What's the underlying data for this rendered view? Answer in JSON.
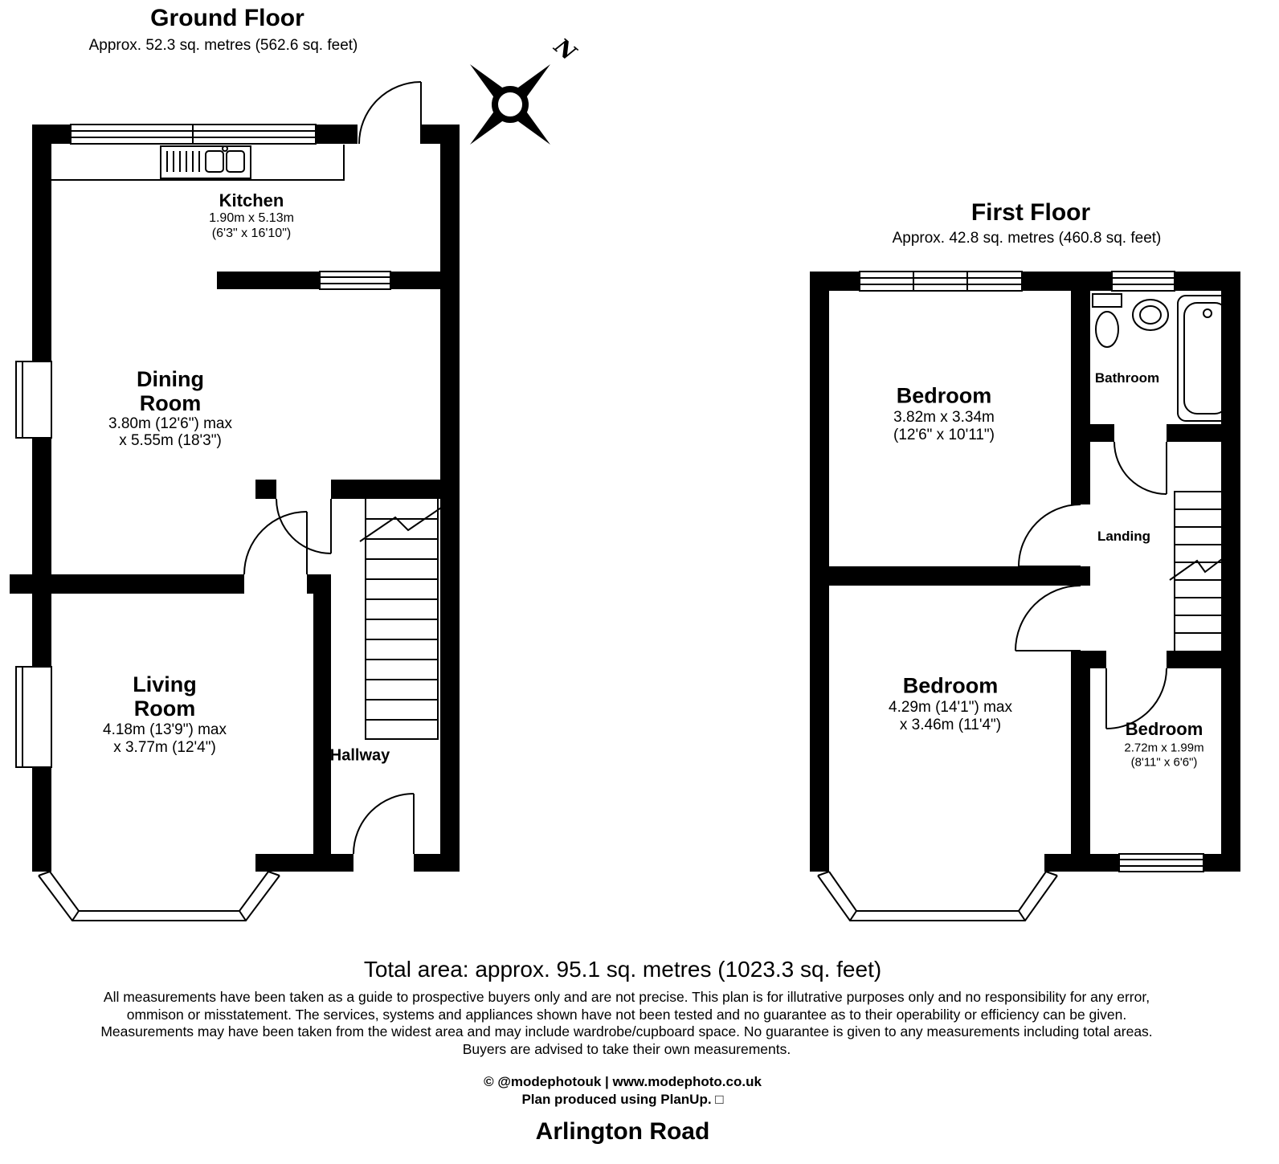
{
  "ground_floor": {
    "title": "Ground Floor",
    "area": "Approx. 52.3 sq. metres (562.6 sq. feet)",
    "rooms": {
      "kitchen": {
        "name": "Kitchen",
        "dim1": "1.90m x 5.13m",
        "dim2": "(6'3\" x 16'10\")"
      },
      "dining": {
        "name": "Dining Room",
        "dim1": "3.80m (12'6\") max",
        "dim2": "x 5.55m (18'3\")"
      },
      "living": {
        "name": "Living Room",
        "dim1": "4.18m (13'9\") max",
        "dim2": "x 3.77m (12'4\")"
      },
      "hallway": {
        "name": "Hallway"
      }
    }
  },
  "first_floor": {
    "title": "First Floor",
    "area": "Approx. 42.8 sq. metres (460.8 sq. feet)",
    "rooms": {
      "bedroom1": {
        "name": "Bedroom",
        "dim1": "3.82m x 3.34m",
        "dim2": "(12'6\" x 10'11\")"
      },
      "bathroom": {
        "name": "Bathroom"
      },
      "landing": {
        "name": "Landing"
      },
      "bedroom2": {
        "name": "Bedroom",
        "dim1": "4.29m (14'1\") max",
        "dim2": "x 3.46m (11'4\")"
      },
      "bedroom3": {
        "name": "Bedroom",
        "dim1": "2.72m x 1.99m",
        "dim2": "(8'11\" x 6'6\")"
      }
    }
  },
  "compass": {
    "north_label": "N"
  },
  "footer": {
    "total_area": "Total area: approx. 95.1 sq. metres (1023.3 sq. feet)",
    "disclaimer": "All measurements have been taken as a guide to prospective buyers only and are not precise. This plan is for illutrative purposes only and no responsibility for any error, ommison or misstatement. The services, systems and appliances shown have not been tested and no guarantee as to their operability or efficiency can be given. Measurements may have been taken from the widest area and may include wardrobe/cupboard space. No guarantee is given to any measurements including total areas. Buyers are advised to take their own measurements.",
    "credit": "© @modephotouk | www.modephoto.co.uk",
    "software": "Plan produced using PlanUp. □",
    "address": "Arlington Road"
  }
}
